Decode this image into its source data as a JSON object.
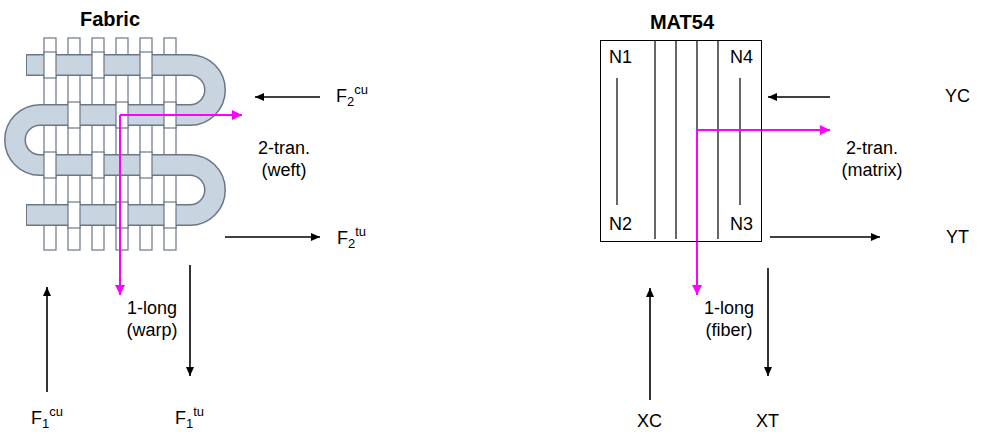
{
  "diagram": {
    "nodes": [
      {
        "text": [
          "Fabric"
        ]
      },
      {
        "text": [
          "MAT54",
          "N1",
          "N4",
          "N2",
          "N3"
        ]
      }
    ],
    "labels": [
      "F2cu",
      "2-tran. (weft)",
      "F2tu",
      "1-long (warp)",
      "F1cu",
      "F1tu",
      "YC",
      "2-tran. (matrix)",
      "YT",
      "1-long (fiber)",
      "XC",
      "XT"
    ]
  }
}
